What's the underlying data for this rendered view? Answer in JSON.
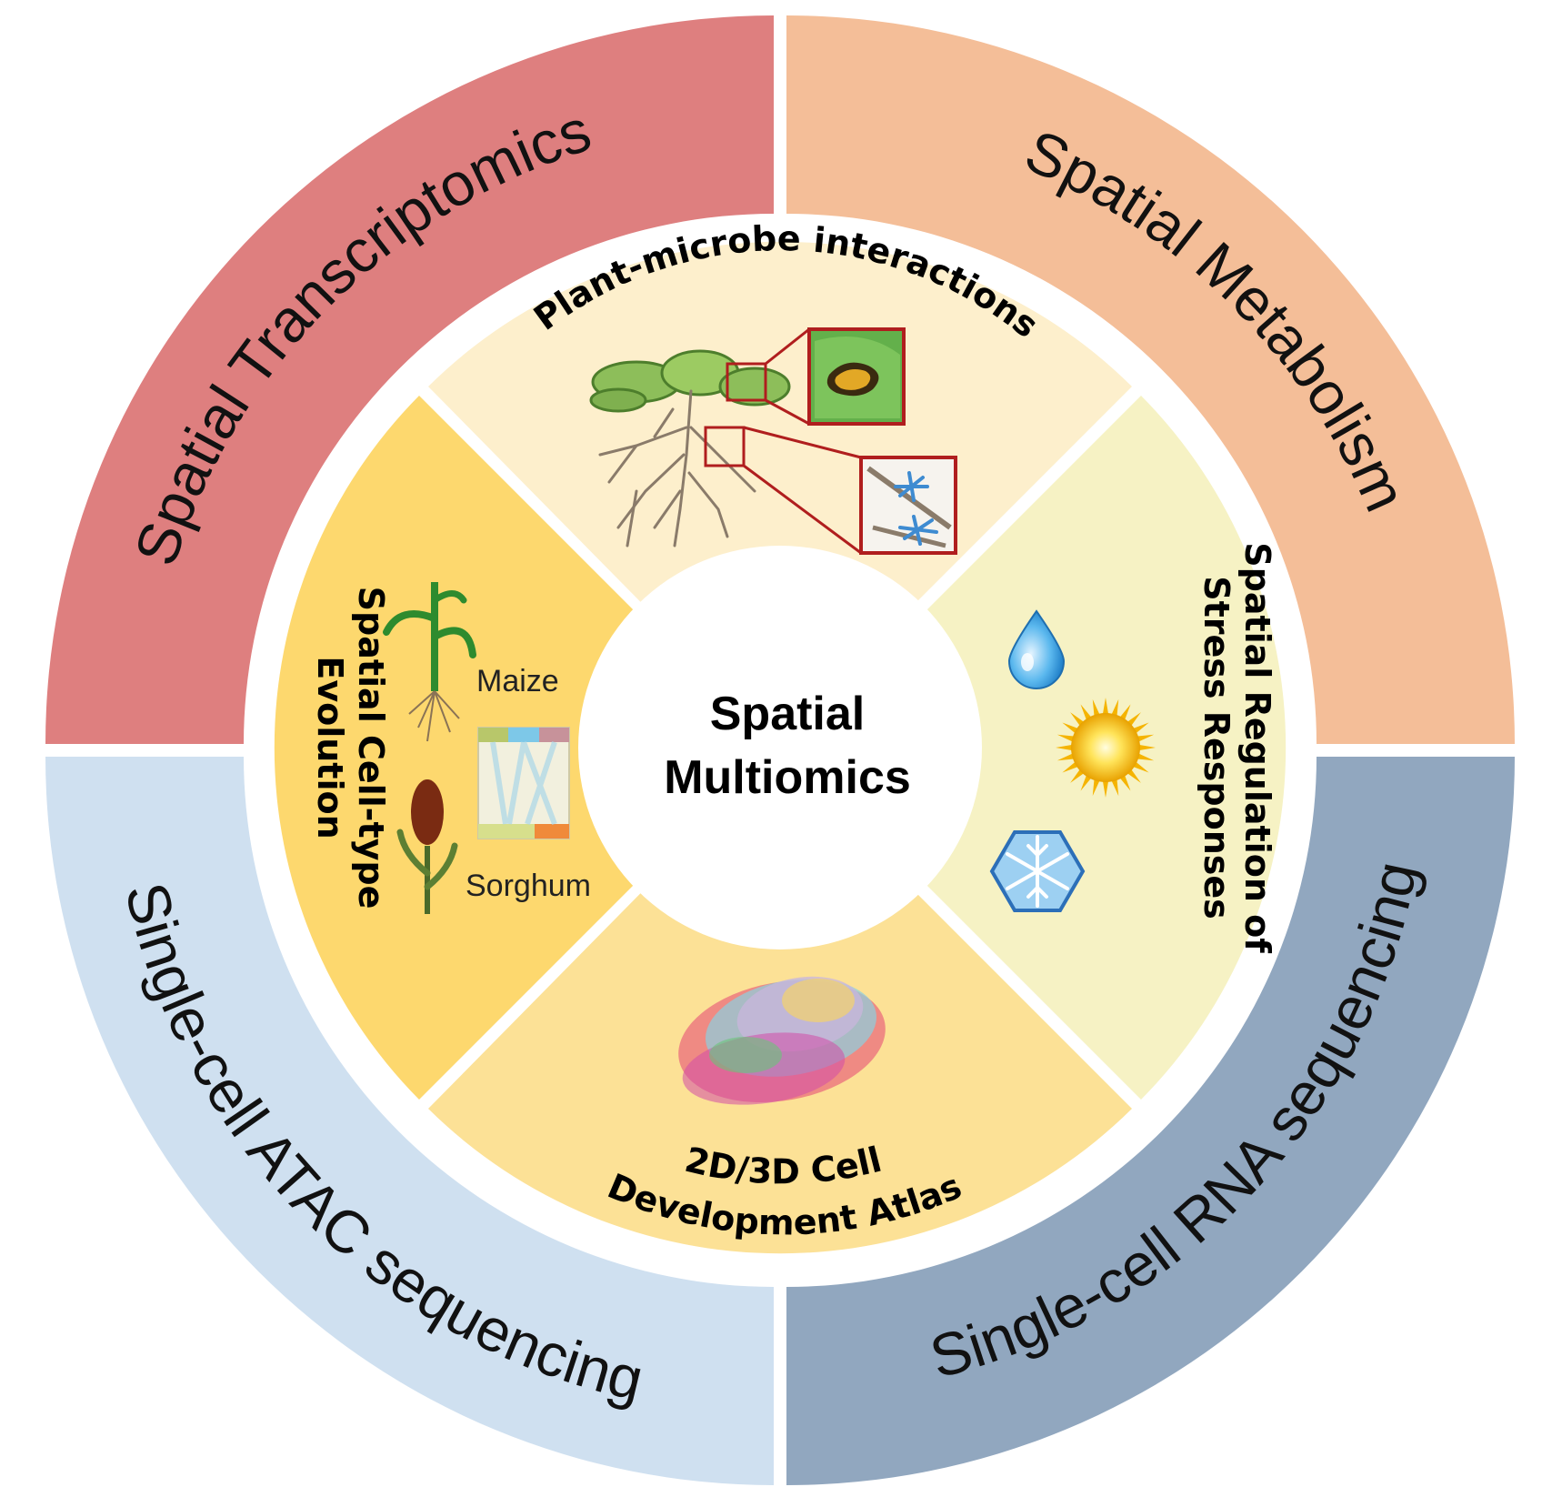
{
  "center": {
    "line1": "Spatial",
    "line2": "Multiomics"
  },
  "outer_ring": [
    {
      "id": "spatial-transcriptomics",
      "label": "Spatial Transcriptomics",
      "color": "#DE7F7F"
    },
    {
      "id": "spatial-metabolism",
      "label": "Spatial Metabolism",
      "color": "#F4BE98"
    },
    {
      "id": "single-cell-rna",
      "label": "Single-cell RNA sequencing",
      "color": "#91A7BF"
    },
    {
      "id": "single-cell-atac",
      "label": "Single-cell ATAC sequencing",
      "color": "#CFE0F0"
    }
  ],
  "inner_ring": {
    "top": {
      "label": "Plant-microbe  interactions",
      "color": "#FDEFCC"
    },
    "right": {
      "line1": "Spatial Regulation of",
      "line2": "Stress Responses",
      "color": "#F6F2C4"
    },
    "bottom": {
      "line1": "2D/3D Cell",
      "line2": "Development Atlas",
      "color": "#FCE196"
    },
    "left": {
      "line1": "Spatial Cell-type",
      "line2": "Evolution",
      "color": "#FDD86E"
    }
  },
  "plants": {
    "top": "Maize",
    "bottom": "Sorghum"
  },
  "icons": [
    "leaf-lesion-icon",
    "root-microbe-icon",
    "water-drop-icon",
    "sun-icon",
    "snowflake-icon",
    "maize-icon",
    "sorghum-icon",
    "cell-alignment-icon",
    "tissue-atlas-icon"
  ]
}
